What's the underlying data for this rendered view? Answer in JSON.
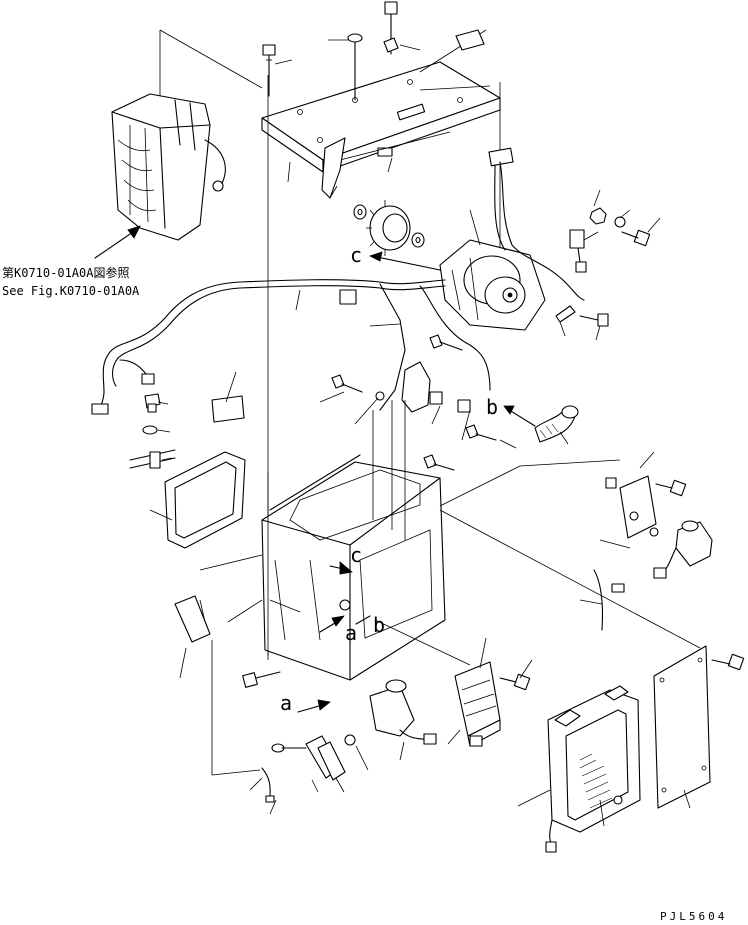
{
  "labels": {
    "c_upper": "c",
    "b_upper": "b",
    "c_lower": "c",
    "a_mid": "a",
    "b_mid": "b",
    "a_lower": "a"
  },
  "reference": {
    "japanese": "第K0710-01A0A図参照",
    "english": "See Fig.K0710-01A0A"
  },
  "drawing_code": "PJL5604",
  "colors": {
    "ink": "#000000",
    "paper": "#ffffff"
  }
}
